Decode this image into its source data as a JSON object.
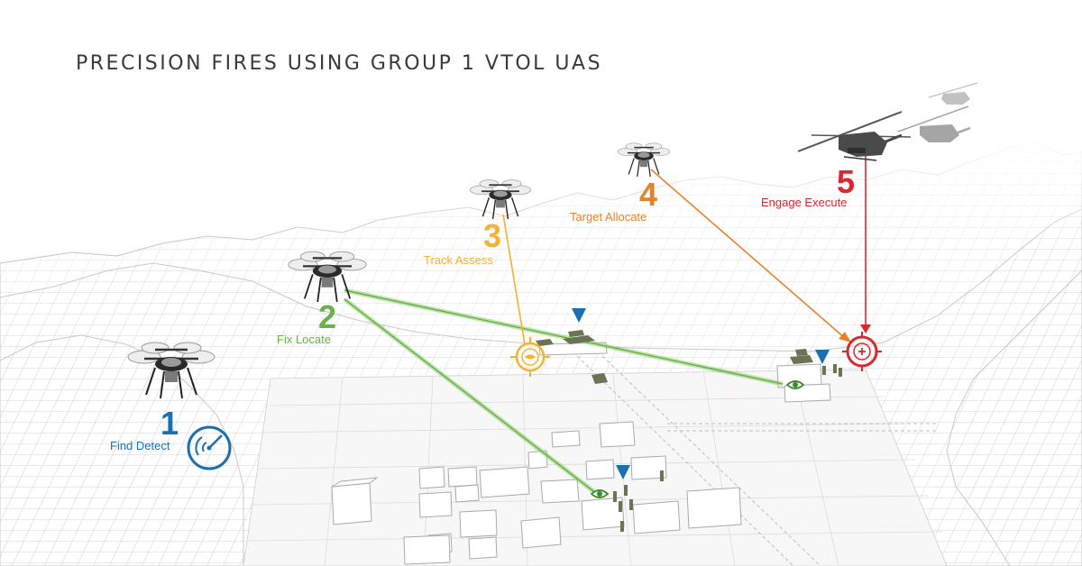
{
  "title": "PRECISION FIRES USING GROUP 1 VTOL UAS",
  "colors": {
    "step1": "#1a6fb0",
    "step2": "#6ab04c",
    "step3": "#f2b233",
    "step4": "#e8822a",
    "step5": "#d9272e",
    "marker": "#1a6fb0",
    "terrain": "#c8c8c8",
    "vehicle": "#6b7355"
  },
  "steps": [
    {
      "number": "1",
      "label": "Find Detect",
      "icon": "radar-icon"
    },
    {
      "number": "2",
      "label": "Fix Locate",
      "icon": "eye-icon"
    },
    {
      "number": "3",
      "label": "Track Assess",
      "icon": "target-eye-icon"
    },
    {
      "number": "4",
      "label": "Target Allocate",
      "icon": "arrow-icon"
    },
    {
      "number": "5",
      "label": "Engage Execute",
      "icon": "crosshair-icon"
    }
  ]
}
